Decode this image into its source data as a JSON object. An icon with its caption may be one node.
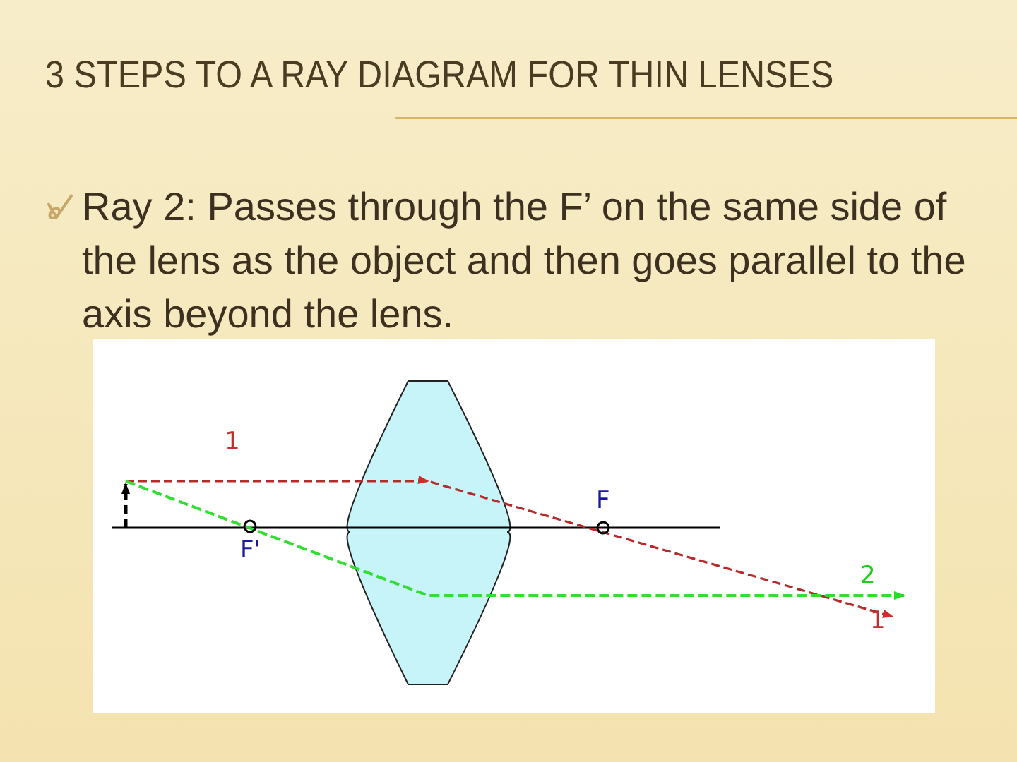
{
  "diagram": {
    "title": "3 STEPS TO A RAY DIAGRAM FOR THIN LENSES",
    "labels": [
      "Ray 2: Passes through the F’ on the same side of the lens as the object and then goes parallel to the axis beyond the lens.",
      "1",
      "F",
      "F'",
      "2",
      "1"
    ]
  }
}
